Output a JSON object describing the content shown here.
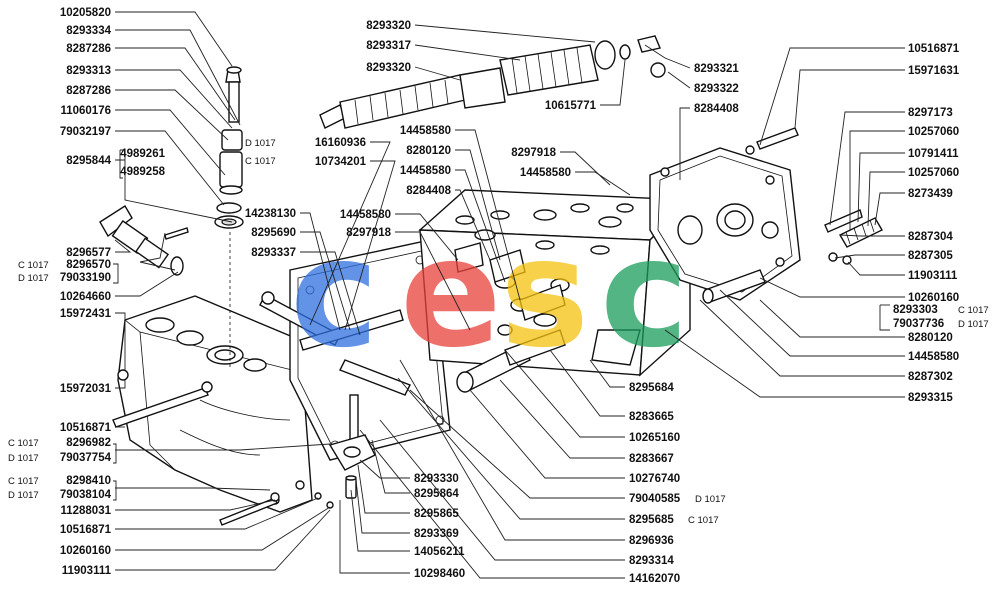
{
  "watermark": {
    "c1": "c",
    "e": "e",
    "s": "s",
    "c2": "c",
    "colors": {
      "blue": "#2f6fde",
      "red": "#e8413a",
      "yellow": "#f4c20d",
      "green": "#1a9d5c"
    }
  },
  "labels_left": [
    "10205820",
    "8293334",
    "8287286",
    "8293313",
    "8287286",
    "11060176",
    "79032197",
    "8295844",
    "4989261",
    "4989258",
    "8296577",
    "8296570",
    "79033190",
    "10264660",
    "15972431",
    "15972031",
    "10516871",
    "8296982",
    "79037754",
    "8298410",
    "79038104",
    "11288031",
    "10516871",
    "10260160",
    "11903111"
  ],
  "codes_left": [
    "C 1017",
    "D 1017",
    "C 1017",
    "D 1017",
    "C 1017",
    "D 1017"
  ],
  "codes_top_left": [
    "D 1017",
    "C 1017"
  ],
  "labels_top_mid": [
    "8293320",
    "8293317",
    "8293320",
    "16160936",
    "10734201",
    "14238130",
    "8295690",
    "8293337"
  ],
  "labels_mid": [
    "14458580",
    "8280120",
    "14458580",
    "8284408",
    "14458580",
    "8297918",
    "8297918",
    "14458580"
  ],
  "labels_top_right": [
    "8293321",
    "8293322",
    "10615771",
    "8284408"
  ],
  "labels_bottom_mid": [
    "8293330",
    "8295864",
    "8295865",
    "8293369",
    "14056211",
    "10298460"
  ],
  "labels_bottom_right": [
    "8295684",
    "8283665",
    "10265160",
    "8283667",
    "10276740",
    "79040585",
    "8295685",
    "8296936",
    "8293314",
    "14162070"
  ],
  "codes_bottom_right": [
    "D 1017",
    "C 1017"
  ],
  "labels_right": [
    "10516871",
    "15971631",
    "8297173",
    "10257060",
    "10791411",
    "10257060",
    "8273439",
    "8287304",
    "8287305",
    "11903111",
    "10260160",
    "8293303",
    "79037736",
    "8280120",
    "14458580",
    "8287302",
    "8293315"
  ],
  "codes_right": [
    "C 1017",
    "D 1017"
  ]
}
